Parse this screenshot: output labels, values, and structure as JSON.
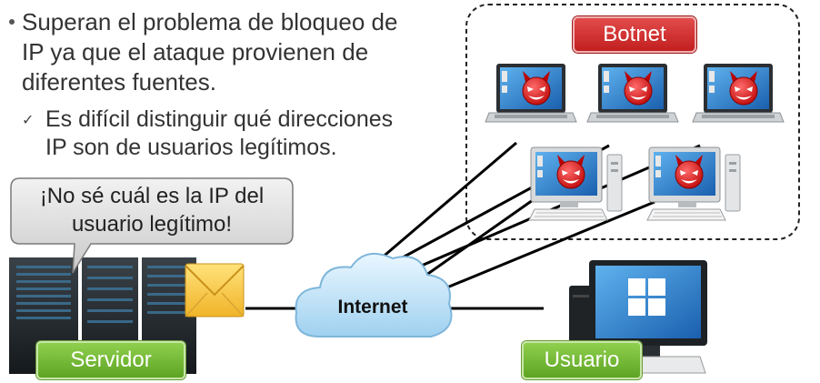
{
  "bullet": {
    "text_line1": "Superan el problema de bloqueo de",
    "text_line2": "IP ya que el ataque provienen de",
    "text_line3": "diferentes fuentes.",
    "sub_line1": "Es difícil distinguir qué direcciones",
    "sub_line2": "IP son de usuarios legítimos."
  },
  "callout": {
    "line1": "¡No sé cuál es la IP del",
    "line2": "usuario legítimo!"
  },
  "labels": {
    "botnet": "Botnet",
    "internet": "Internet",
    "server": "Servidor",
    "user": "Usuario"
  },
  "colors": {
    "botnet_label": "#d42a2a",
    "green_label": "#76b83a",
    "cloud": "#bfe2f7",
    "screen": "#2a7fd0",
    "devil": "#e21a1a"
  },
  "icons": {
    "bullet": "bullet-dot",
    "sub_bullet": "checkmark",
    "mail": "envelope-icon",
    "devil": "devil-face-icon",
    "windows": "windows-logo-icon"
  }
}
